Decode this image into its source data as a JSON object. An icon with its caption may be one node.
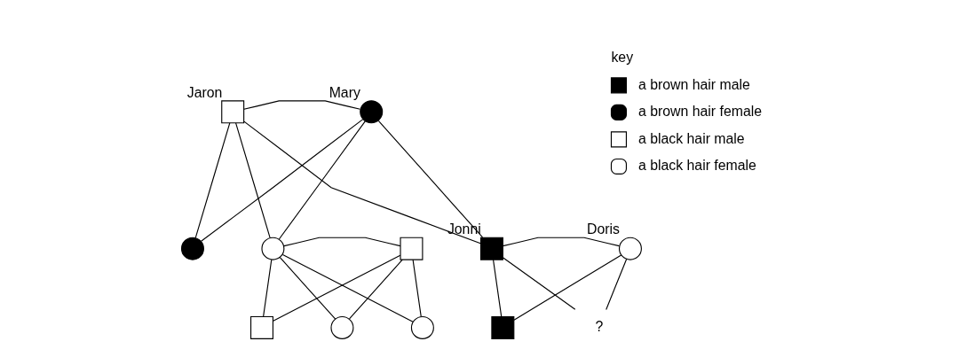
{
  "diagram": {
    "nodes": [
      {
        "text": [],
        "shape": "box",
        "beside": [
          "Jaron"
        ]
      },
      {
        "text": [],
        "shape": "circle",
        "beside": [
          "Mary"
        ]
      },
      {
        "text": [],
        "shape": "circle"
      },
      {
        "text": [],
        "shape": "circle"
      },
      {
        "text": [],
        "shape": "box"
      },
      {
        "text": [],
        "shape": "box",
        "beside": [
          "Jonni"
        ]
      },
      {
        "text": [],
        "shape": "circle",
        "beside": [
          "Doris"
        ]
      },
      {
        "text": [],
        "shape": "box"
      },
      {
        "text": [],
        "shape": "circle"
      },
      {
        "text": [],
        "shape": "circle"
      },
      {
        "text": [],
        "shape": "box"
      },
      {
        "text": [
          "?"
        ]
      }
    ],
    "edges": [
      {
        "from": 0,
        "to": 1,
        "arrow": "none"
      },
      {
        "from": 0,
        "to": 2,
        "arrow": "none"
      },
      {
        "from": 1,
        "to": 2,
        "arrow": "none"
      },
      {
        "from": 0,
        "to": 3,
        "arrow": "none"
      },
      {
        "from": 1,
        "to": 3,
        "arrow": "none"
      },
      {
        "from": 0,
        "to": 5,
        "arrow": "none"
      },
      {
        "from": 1,
        "to": 5,
        "arrow": "none"
      },
      {
        "from": 3,
        "to": 4,
        "arrow": "none"
      },
      {
        "from": 5,
        "to": 6,
        "arrow": "none"
      },
      {
        "from": 3,
        "to": 7,
        "arrow": "none"
      },
      {
        "from": 4,
        "to": 7,
        "arrow": "none"
      },
      {
        "from": 3,
        "to": 8,
        "arrow": "none"
      },
      {
        "from": 4,
        "to": 8,
        "arrow": "none"
      },
      {
        "from": 3,
        "to": 9,
        "arrow": "none"
      },
      {
        "from": 4,
        "to": 9,
        "arrow": "none"
      },
      {
        "from": 5,
        "to": 10,
        "arrow": "none"
      },
      {
        "from": 6,
        "to": 10,
        "arrow": "none"
      },
      {
        "from": 5,
        "to": 11,
        "arrow": "none"
      },
      {
        "from": 6,
        "to": 11,
        "arrow": "none"
      }
    ],
    "labels": [
      "key"
    ],
    "legend": [
      {
        "text": "a brown hair male"
      },
      {
        "text": "a brown hair female"
      },
      {
        "text": "a black hair male"
      },
      {
        "text": "a black hair female"
      }
    ]
  }
}
